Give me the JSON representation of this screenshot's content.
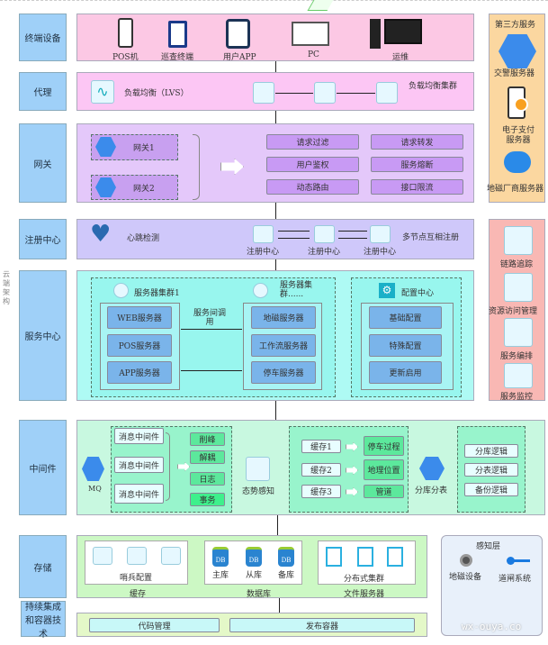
{
  "side_label": "云端架构",
  "rows": {
    "terminal": "终端设备",
    "proxy": "代理",
    "gateway": "网关",
    "registry": "注册中心",
    "service": "服务中心",
    "middleware": "中间件",
    "storage": "存储",
    "ci": "持续集成和容器技术"
  },
  "terminal": {
    "devices": [
      "POS机",
      "巡查终端",
      "用户APP",
      "PC",
      "运维"
    ]
  },
  "proxy": {
    "lvs": "负载均衡（LVS）",
    "cluster": "负载均衡集群"
  },
  "gateway": {
    "nodes": [
      "网关1",
      "网关2"
    ],
    "features": [
      "请求过滤",
      "请求转发",
      "用户鉴权",
      "服务熔断",
      "动态路由",
      "接口限流"
    ]
  },
  "registry": {
    "heartbeat": "心跳检测",
    "node_label": "注册中心",
    "multi": "多节点互相注册"
  },
  "service": {
    "cluster1": "服务器集群1",
    "cluster2": "服务器集群......",
    "call": "服务间调用",
    "left": [
      "WEB服务器",
      "POS服务器",
      "APP服务器"
    ],
    "right": [
      "地磁服务器",
      "工作流服务器",
      "停车服务器"
    ],
    "config_title": "配置中心",
    "config": [
      "基础配置",
      "特殊配置",
      "更新启用"
    ]
  },
  "middleware": {
    "mq": "MQ",
    "msg": "消息中间件",
    "uses": [
      "削峰",
      "解耦",
      "日志",
      "事务"
    ],
    "situation": "态势感知",
    "caches": [
      "缓存1",
      "缓存2",
      "缓存3"
    ],
    "cache_out": [
      "停车过程",
      "地理位置",
      "管道"
    ],
    "sharding": "分库分表",
    "shard_items": [
      "分库逻辑",
      "分表逻辑",
      "备份逻辑"
    ]
  },
  "storage": {
    "sentinel": "哨兵配置",
    "cache": "缓存",
    "db_icon": "DB",
    "dbs": [
      "主库",
      "从库",
      "备库"
    ],
    "database": "数据库",
    "dist": "分布式集群",
    "file": "文件服务器"
  },
  "ci": {
    "items": [
      "代码管理",
      "发布容器"
    ]
  },
  "third_party": {
    "title": "第三方服务",
    "items": [
      "交警服务器",
      "电子支付服务器",
      "地磁厂商服务器"
    ]
  },
  "ops": {
    "items": [
      "链路追踪",
      "资源访问管理",
      "服务编排",
      "服务监控"
    ]
  },
  "sensing": {
    "title": "感知层",
    "items": [
      "地磁设备",
      "道闸系统"
    ]
  },
  "watermark": "wx-ouya.co"
}
